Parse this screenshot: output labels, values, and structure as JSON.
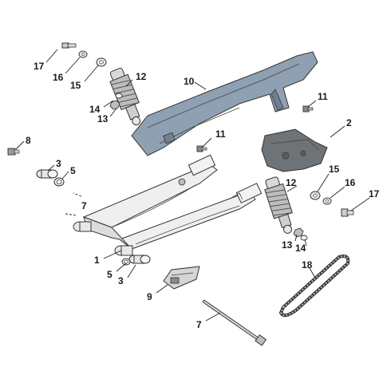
{
  "colors": {
    "chain_guard": "#8fa0b3",
    "chain_guard_shade": "#6f8092",
    "cover": "#6e7378",
    "metal": "#e6e6e6",
    "metal_dark": "#9a9a9a",
    "lines": "#222222"
  },
  "labels": {
    "p1": "1",
    "p2": "2",
    "p3a": "3",
    "p3b": "3",
    "p5a": "5",
    "p5b": "5",
    "p7a": "7",
    "p7b": "7",
    "p8": "8",
    "p9": "9",
    "p10": "10",
    "p11a": "11",
    "p11b": "11",
    "p12a": "12",
    "p12b": "12",
    "p13a": "13",
    "p13b": "13",
    "p14a": "14",
    "p14b": "14",
    "p15a": "15",
    "p15b": "15",
    "p16a": "16",
    "p16b": "16",
    "p17a": "17",
    "p17b": "17",
    "p18": "18"
  }
}
